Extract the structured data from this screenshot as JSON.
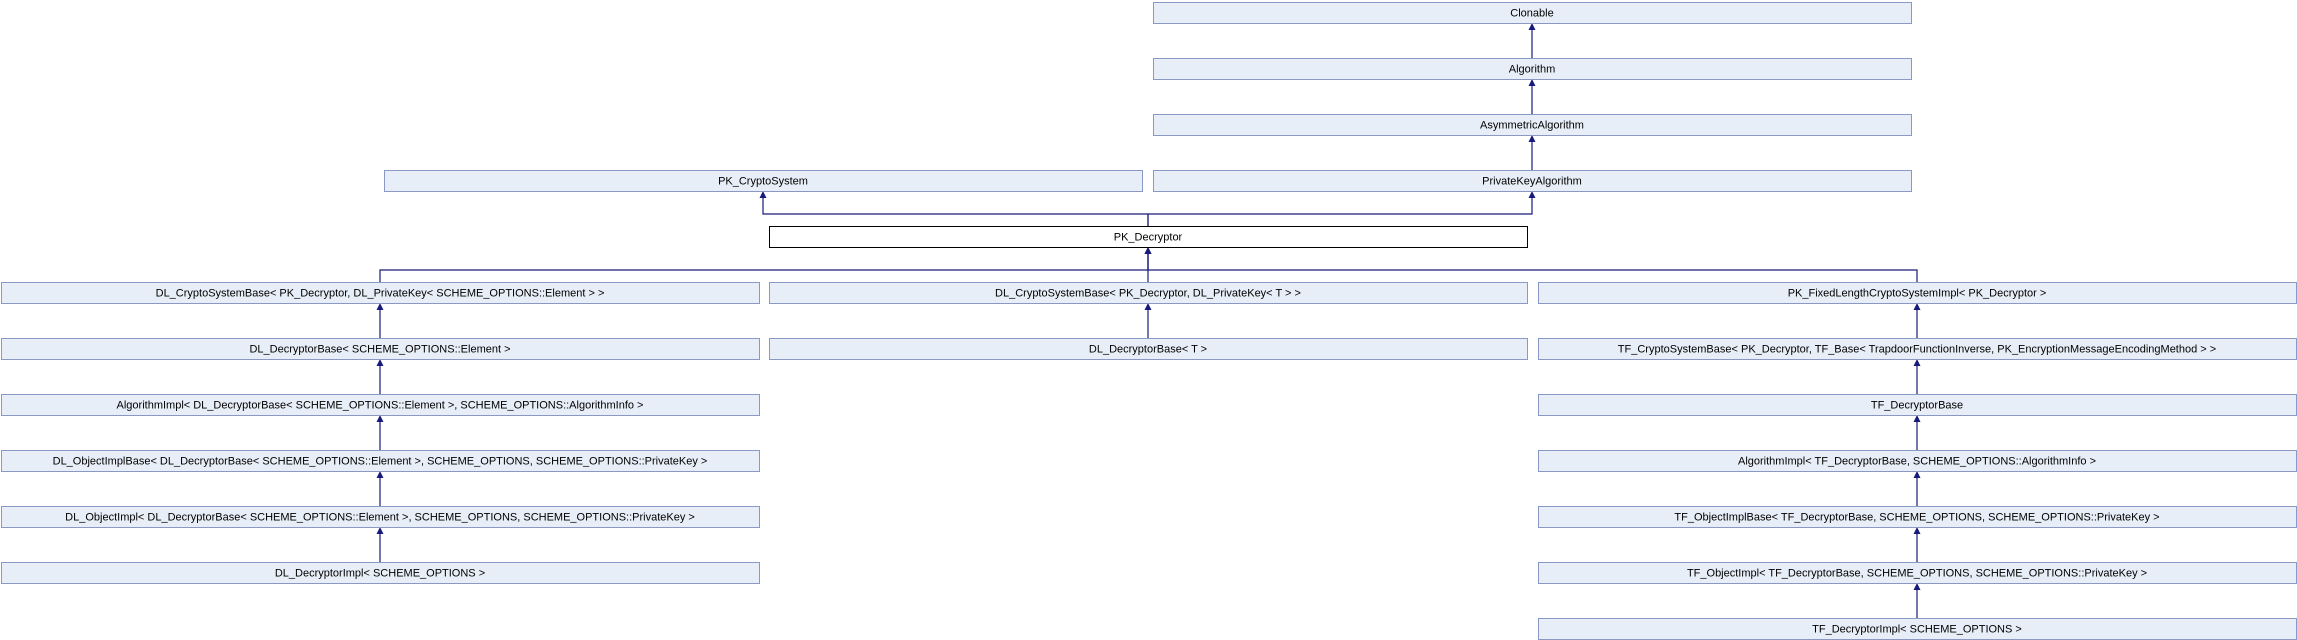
{
  "nodes": [
    {
      "id": "clonable",
      "label": "Clonable"
    },
    {
      "id": "algorithm",
      "label": "Algorithm"
    },
    {
      "id": "asymmetric",
      "label": "AsymmetricAlgorithm"
    },
    {
      "id": "pkcrypto",
      "label": "PK_CryptoSystem"
    },
    {
      "id": "privkeyalg",
      "label": "PrivateKeyAlgorithm"
    },
    {
      "id": "pkdecryptor",
      "label": "PK_Decryptor",
      "current": true
    },
    {
      "id": "dlcsb_elem",
      "label": "DL_CryptoSystemBase< PK_Decryptor, DL_PrivateKey< SCHEME_OPTIONS::Element > >"
    },
    {
      "id": "dlcsb_t",
      "label": "DL_CryptoSystemBase< PK_Decryptor, DL_PrivateKey< T > >"
    },
    {
      "id": "pkfixed",
      "label": "PK_FixedLengthCryptoSystemImpl< PK_Decryptor >"
    },
    {
      "id": "dldb_elem",
      "label": "DL_DecryptorBase< SCHEME_OPTIONS::Element >"
    },
    {
      "id": "dldb_t",
      "label": "DL_DecryptorBase< T >"
    },
    {
      "id": "tfcsb",
      "label": "TF_CryptoSystemBase< PK_Decryptor, TF_Base< TrapdoorFunctionInverse, PK_EncryptionMessageEncodingMethod > >"
    },
    {
      "id": "algimpl_dl",
      "label": "AlgorithmImpl< DL_DecryptorBase< SCHEME_OPTIONS::Element >, SCHEME_OPTIONS::AlgorithmInfo >"
    },
    {
      "id": "tfdb",
      "label": "TF_DecryptorBase"
    },
    {
      "id": "dlobjbase",
      "label": "DL_ObjectImplBase< DL_DecryptorBase< SCHEME_OPTIONS::Element >, SCHEME_OPTIONS, SCHEME_OPTIONS::PrivateKey >"
    },
    {
      "id": "algimpl_tf",
      "label": "AlgorithmImpl< TF_DecryptorBase, SCHEME_OPTIONS::AlgorithmInfo >"
    },
    {
      "id": "dlobj",
      "label": "DL_ObjectImpl< DL_DecryptorBase< SCHEME_OPTIONS::Element >, SCHEME_OPTIONS, SCHEME_OPTIONS::PrivateKey >"
    },
    {
      "id": "tfobjbase",
      "label": "TF_ObjectImplBase< TF_DecryptorBase, SCHEME_OPTIONS, SCHEME_OPTIONS::PrivateKey >"
    },
    {
      "id": "dldecimpl",
      "label": "DL_DecryptorImpl< SCHEME_OPTIONS >"
    },
    {
      "id": "tfobj",
      "label": "TF_ObjectImpl< TF_DecryptorBase, SCHEME_OPTIONS, SCHEME_OPTIONS::PrivateKey >"
    },
    {
      "id": "tfdecimpl",
      "label": "TF_DecryptorImpl< SCHEME_OPTIONS >"
    }
  ],
  "edges": [
    {
      "from": "algorithm",
      "to": "clonable"
    },
    {
      "from": "asymmetric",
      "to": "algorithm"
    },
    {
      "from": "privkeyalg",
      "to": "asymmetric"
    },
    {
      "from": "pkdecryptor",
      "to": "pkcrypto"
    },
    {
      "from": "pkdecryptor",
      "to": "privkeyalg"
    },
    {
      "from": "dlcsb_elem",
      "to": "pkdecryptor"
    },
    {
      "from": "dlcsb_t",
      "to": "pkdecryptor"
    },
    {
      "from": "pkfixed",
      "to": "pkdecryptor"
    },
    {
      "from": "dldb_elem",
      "to": "dlcsb_elem"
    },
    {
      "from": "dldb_t",
      "to": "dlcsb_t"
    },
    {
      "from": "tfcsb",
      "to": "pkfixed"
    },
    {
      "from": "algimpl_dl",
      "to": "dldb_elem"
    },
    {
      "from": "tfdb",
      "to": "tfcsb"
    },
    {
      "from": "dlobjbase",
      "to": "algimpl_dl"
    },
    {
      "from": "algimpl_tf",
      "to": "tfdb"
    },
    {
      "from": "dlobj",
      "to": "dlobjbase"
    },
    {
      "from": "tfobjbase",
      "to": "algimpl_tf"
    },
    {
      "from": "dldecimpl",
      "to": "dlobj"
    },
    {
      "from": "tfobj",
      "to": "tfobjbase"
    },
    {
      "from": "tfdecimpl",
      "to": "tfobj"
    }
  ]
}
